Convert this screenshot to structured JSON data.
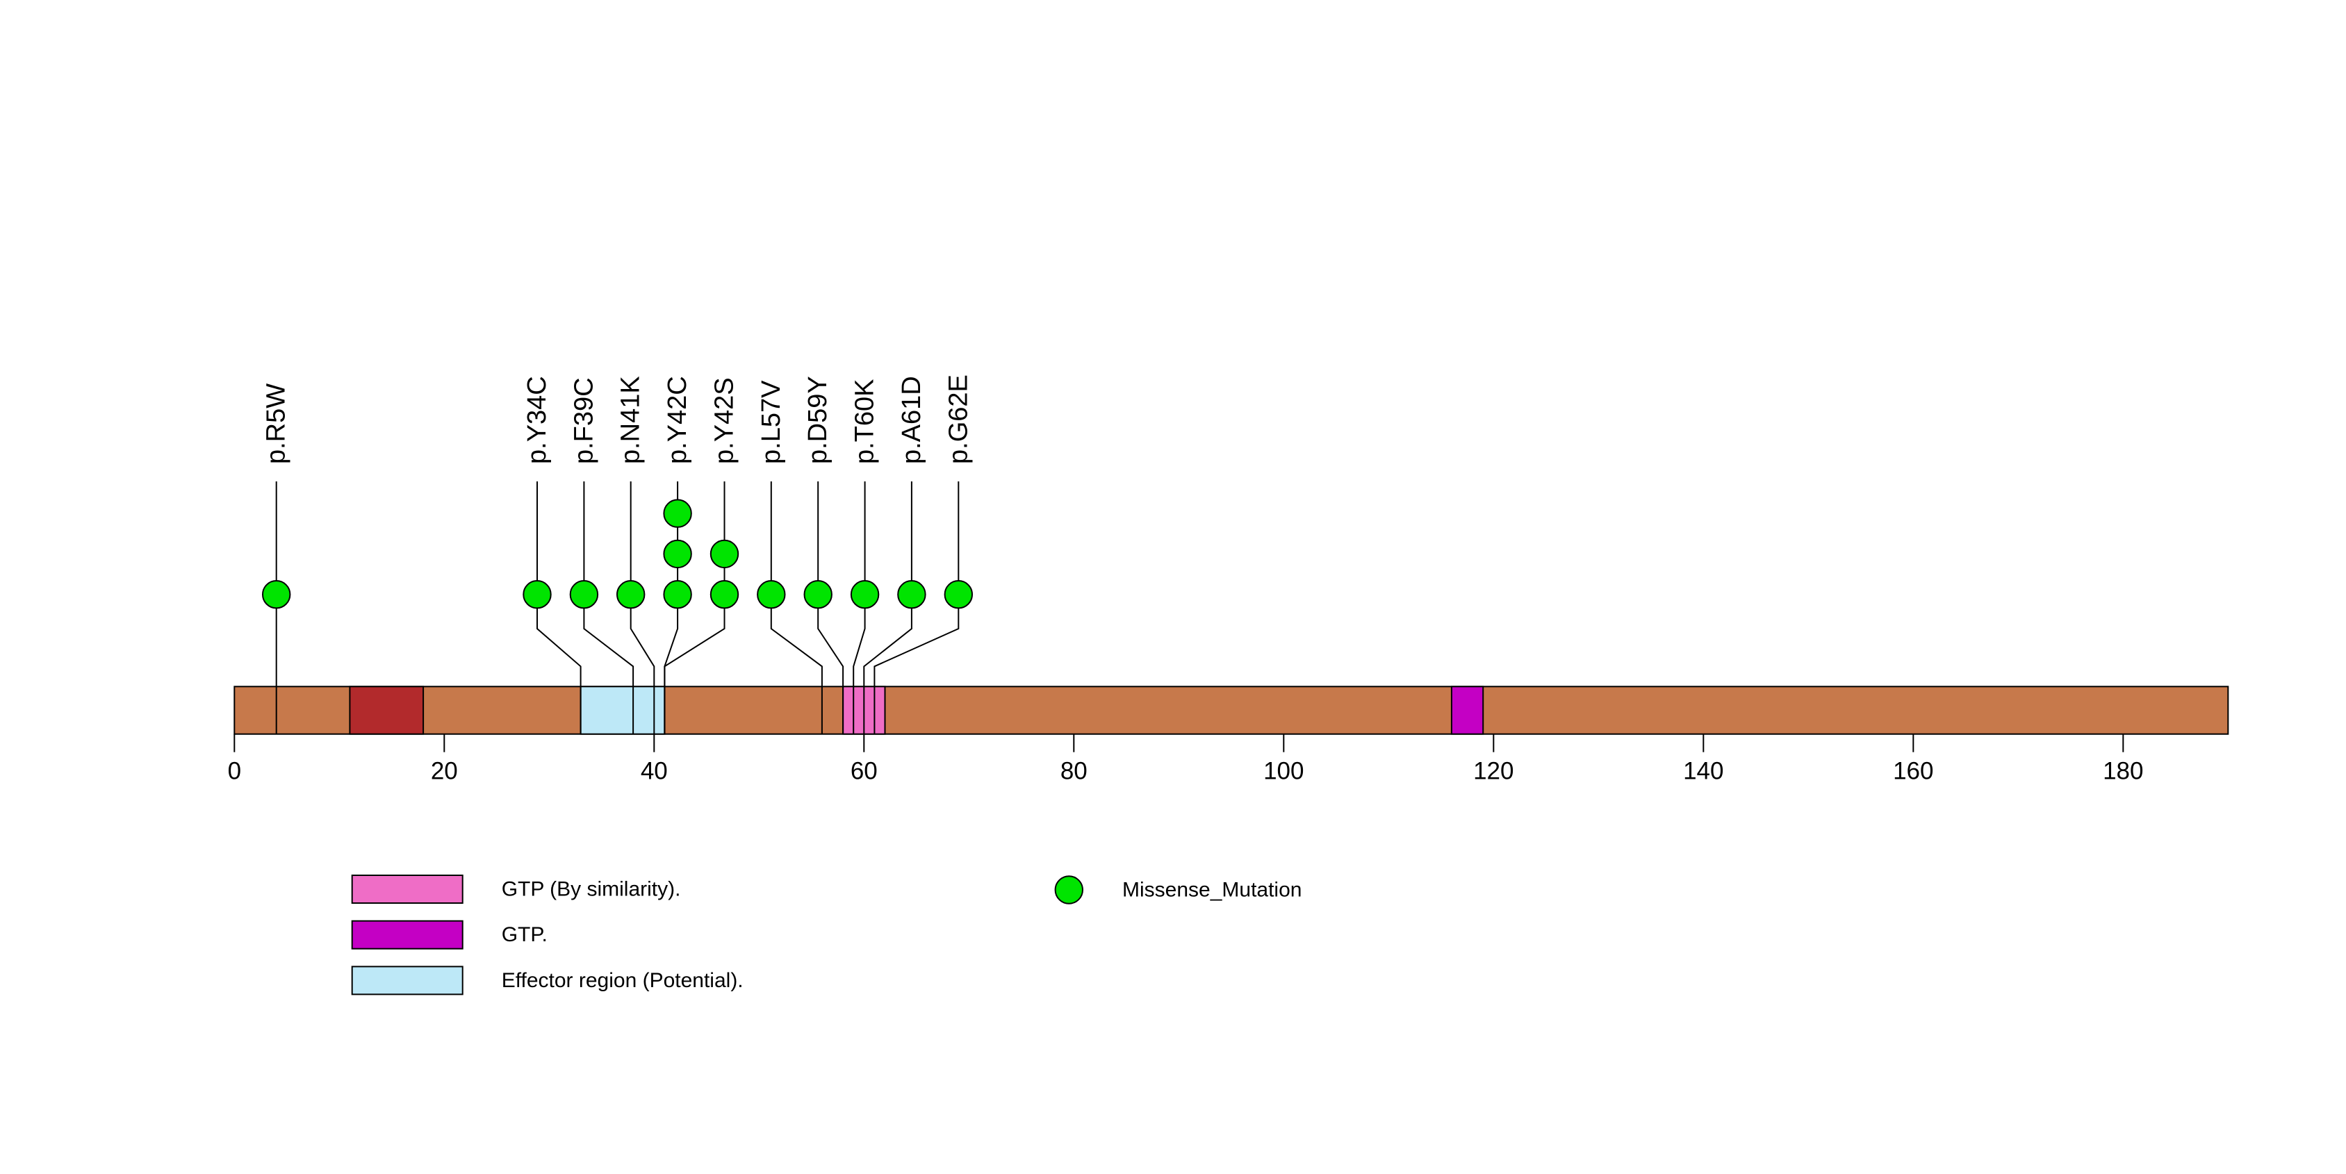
{
  "figure": {
    "background": "#FFFFFF",
    "title": ""
  },
  "chart_data": {
    "type": "lollipop",
    "title": "",
    "xlabel": "",
    "ylabel": "",
    "xlim": [
      0,
      190
    ],
    "protein_length": 190,
    "x_ticks": [
      0,
      20,
      40,
      60,
      80,
      100,
      120,
      140,
      160,
      180
    ],
    "backbone_color": "#C7794B",
    "line_color": "#000000",
    "mutation_types": [
      {
        "label": "Missense_Mutation",
        "color": "#00E400",
        "shape": "circle"
      }
    ],
    "mutations": [
      {
        "label": "p.R5W",
        "residue": 5,
        "count": 1,
        "type": "Missense_Mutation"
      },
      {
        "label": "p.Y34C",
        "residue": 34,
        "count": 1,
        "type": "Missense_Mutation"
      },
      {
        "label": "p.F39C",
        "residue": 39,
        "count": 1,
        "type": "Missense_Mutation"
      },
      {
        "label": "p.N41K",
        "residue": 41,
        "count": 1,
        "type": "Missense_Mutation"
      },
      {
        "label": "p.Y42C",
        "residue": 42,
        "count": 3,
        "type": "Missense_Mutation"
      },
      {
        "label": "p.Y42S",
        "residue": 42,
        "count": 2,
        "type": "Missense_Mutation"
      },
      {
        "label": "p.L57V",
        "residue": 57,
        "count": 1,
        "type": "Missense_Mutation"
      },
      {
        "label": "p.D59Y",
        "residue": 59,
        "count": 1,
        "type": "Missense_Mutation"
      },
      {
        "label": "p.T60K",
        "residue": 60,
        "count": 1,
        "type": "Missense_Mutation"
      },
      {
        "label": "p.A61D",
        "residue": 61,
        "count": 1,
        "type": "Missense_Mutation"
      },
      {
        "label": "p.G62E",
        "residue": 62,
        "count": 1,
        "type": "Missense_Mutation"
      }
    ],
    "domains": [
      {
        "label": "",
        "start": 12,
        "end": 19,
        "color": "#B22A2C",
        "in_legend": false
      },
      {
        "label": "Effector region (Potential).",
        "start": 34,
        "end": 42,
        "color": "#BDE8F7",
        "in_legend": true
      },
      {
        "label": "GTP (By similarity).",
        "start": 59,
        "end": 63,
        "color": "#EF6DC6",
        "in_legend": true
      },
      {
        "label": "GTP.",
        "start": 117,
        "end": 120,
        "color": "#C400C4",
        "in_legend": true
      }
    ],
    "legend": {
      "position": "bottom",
      "domain_entries": [
        {
          "label": "GTP (By similarity).",
          "color": "#EF6DC6"
        },
        {
          "label": "GTP.",
          "color": "#C400C4"
        },
        {
          "label": "Effector region (Potential).",
          "color": "#BDE8F7"
        }
      ],
      "mutation_entries": [
        {
          "label": "Missense_Mutation",
          "color": "#00E400",
          "shape": "circle"
        }
      ]
    }
  }
}
